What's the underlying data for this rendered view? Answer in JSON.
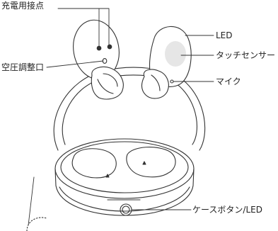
{
  "labels": {
    "charging_contacts": "充電用接点",
    "pressure_port": "空圧調整口",
    "led": "LED",
    "touch_sensor": "タッチセンサー",
    "mic": "マイク",
    "case_button": "ケースボタン/LED"
  },
  "colors": {
    "line": "#333333",
    "touch_pad": "#e6e6e6"
  }
}
